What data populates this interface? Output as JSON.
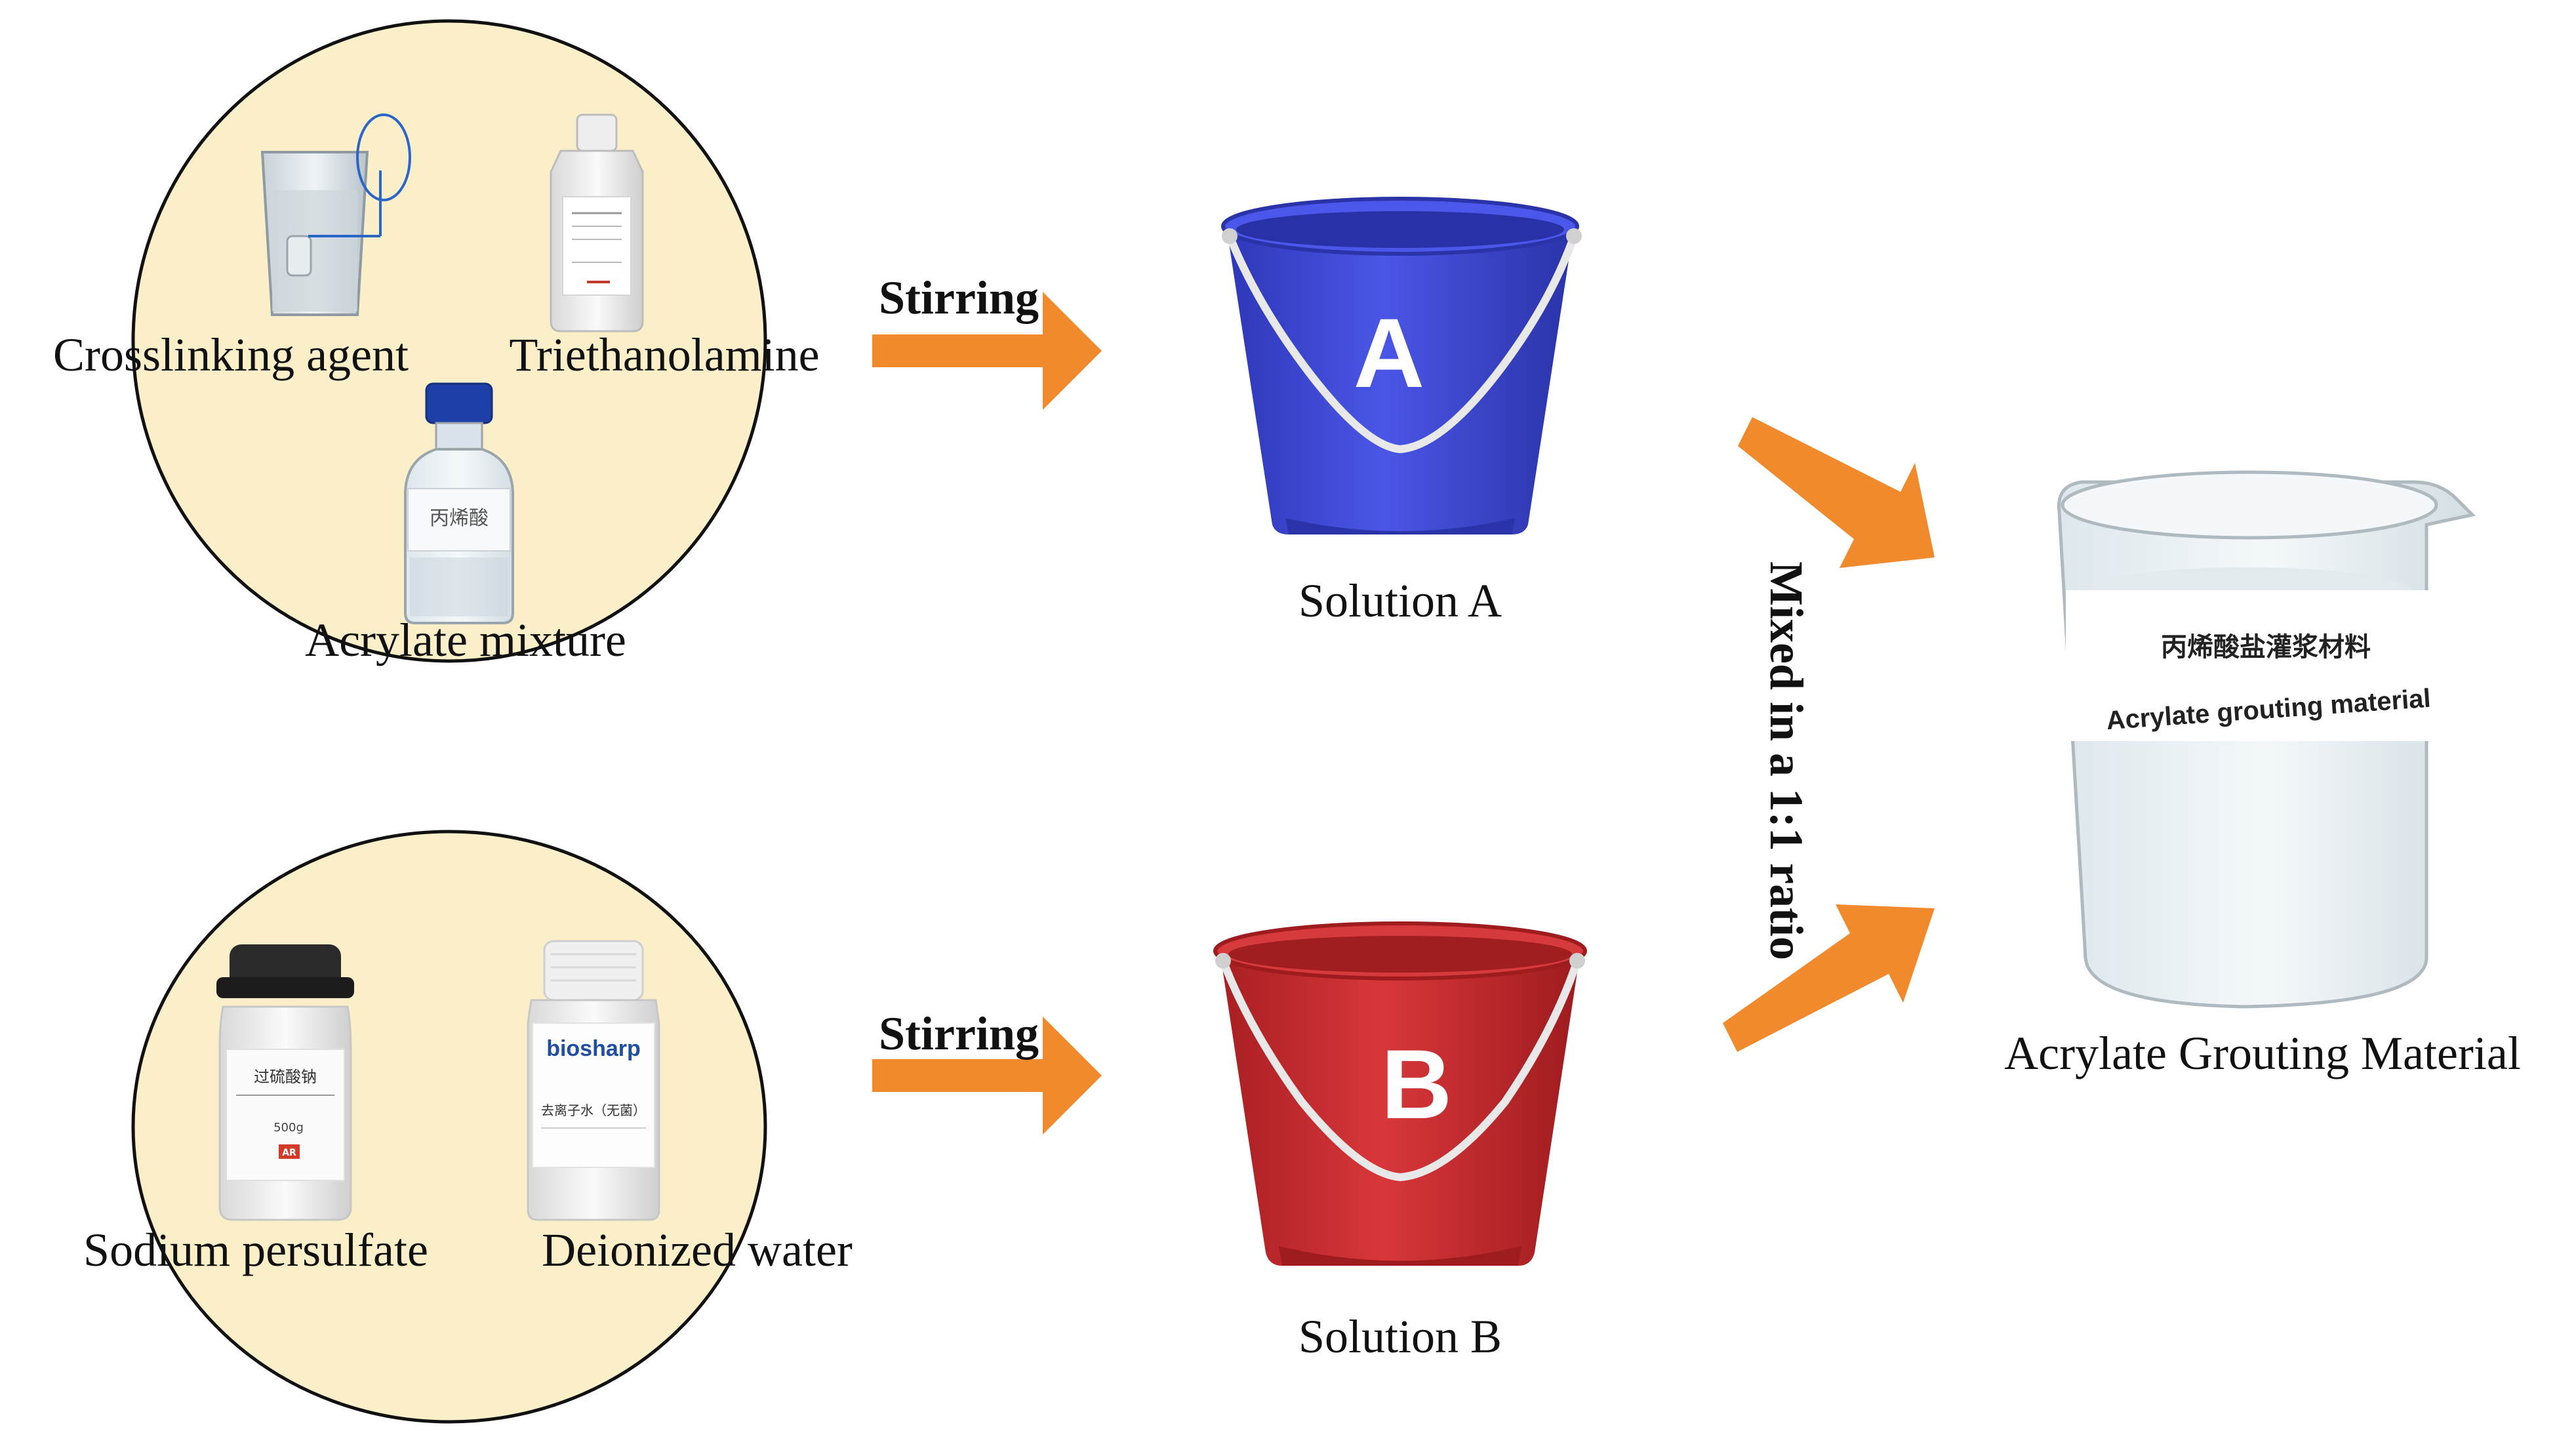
{
  "colors": {
    "circle_fill": "#fbefc9",
    "circle_stroke": "#111111",
    "arrow": "#f08a2c",
    "bucket_a": "#3d48d8",
    "bucket_b": "#cc2a2c",
    "product_liquid": "#e9f1f4"
  },
  "group_a": {
    "items": [
      {
        "label": "Crosslinking agent",
        "icon": "beaker-icon"
      },
      {
        "label": "Triethanolamine",
        "icon": "reagent-bottle-icon"
      },
      {
        "label": "Acrylate mixture",
        "icon": "glass-bottle-icon",
        "bottle_text": "丙烯酸"
      }
    ]
  },
  "group_b": {
    "items": [
      {
        "label": "Sodium persulfate",
        "icon": "reagent-jar-icon",
        "jar_text": "过硫酸钠",
        "jar_small": "500g",
        "jar_badge": "AR"
      },
      {
        "label": "Deionized water",
        "icon": "water-bottle-icon",
        "brand": "biosharp",
        "bottle_text": "去离子水（无菌）"
      }
    ]
  },
  "arrows": {
    "stir_label_top": "Stirring",
    "stir_label_bottom": "Stirring",
    "mix_label": "Mixed in a 1:1 ratio"
  },
  "solutions": {
    "a": {
      "letter": "A",
      "label": "Solution A",
      "icon": "bucket-icon"
    },
    "b": {
      "letter": "B",
      "label": "Solution B",
      "icon": "bucket-icon"
    }
  },
  "product": {
    "label": "Acrylate Grouting Material",
    "beaker_cn": "丙烯酸盐灌浆材料",
    "beaker_en": "Acrylate grouting material",
    "icon": "product-beaker-icon"
  }
}
